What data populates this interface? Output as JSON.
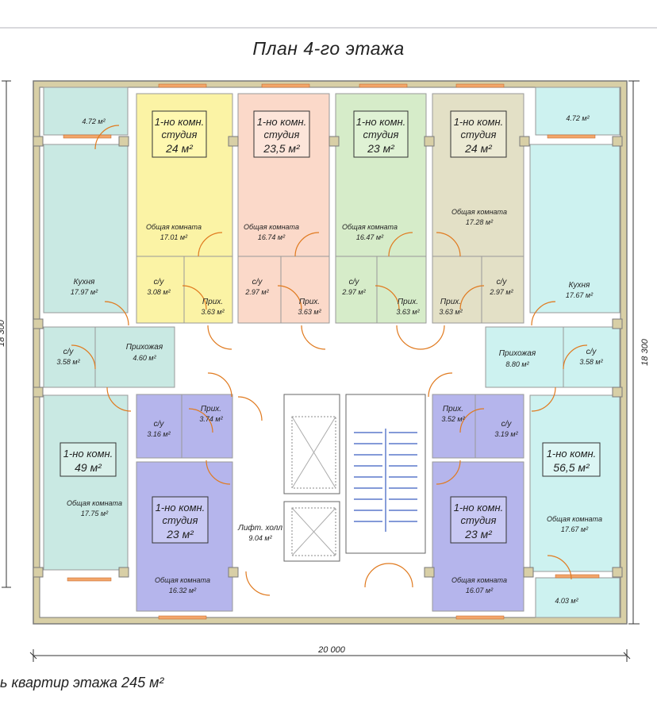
{
  "title": "План 4-го этажа",
  "footer": "ь квартир этажа 245 м²",
  "dimensions": {
    "width": "20 000",
    "height": "18 300",
    "left_height": "18 300"
  },
  "colors": {
    "wall": "#d8cfa6",
    "wall_stroke": "#7a7a7a",
    "door": "#e07a1f",
    "window": "#f3a66a",
    "corridor": "#ffffff",
    "yellow": "#fbf3a5",
    "pink": "#fbd9c9",
    "green": "#d6ecc9",
    "khaki": "#e3e0c6",
    "teal": "#c9e9e3",
    "cyan": "#cdf2f0",
    "lavender": "#b5b5ec"
  },
  "apartments": [
    {
      "title": "1-но комн.",
      "sub": "студия",
      "area": "24 м²",
      "room_label": "Общая комната",
      "room_area": "17.01 м²"
    },
    {
      "title": "1-но комн.",
      "sub": "студия",
      "area": "23,5 м²",
      "room_label": "Общая комната",
      "room_area": "16.74 м²"
    },
    {
      "title": "1-но комн.",
      "sub": "студия",
      "area": "23 м²",
      "room_label": "Общая комната",
      "room_area": "16.47 м²"
    },
    {
      "title": "1-но комн.",
      "sub": "студия",
      "area": "24 м²",
      "room_label": "Общая комната",
      "room_area": "17.28 м²"
    },
    {
      "title": "1-но комн.",
      "sub": "",
      "area": "49 м²",
      "room_label": "Общая комната",
      "room_area": "17.75 м²"
    },
    {
      "title": "1-но комн.",
      "sub": "студия",
      "area": "23 м²",
      "room_label": "Общая комната",
      "room_area": "16.32 м²"
    },
    {
      "title": "1-но комн.",
      "sub": "студия",
      "area": "23 м²",
      "room_label": "Общая комната",
      "room_area": "16.07 м²"
    },
    {
      "title": "1-но комн.",
      "sub": "",
      "area": "56,5 м²",
      "room_label": "Общая комната",
      "room_area": "17.67 м²"
    }
  ],
  "rooms": {
    "balcony_left": "4.72 м²",
    "balcony_right": "4.72 м²",
    "balcony_bottom_right": "4.03 м²",
    "kitchen_left_label": "Кухня",
    "kitchen_left_area": "17.97 м²",
    "kitchen_right_label": "Кухня",
    "kitchen_right_area": "17.67 м²",
    "hall_left_label": "Прихожая",
    "hall_left_area": "4.60 м²",
    "hall_right_label": "Прихожая",
    "hall_right_area": "8.80 м²",
    "bath_label": "с/у",
    "entry_label": "Прих.",
    "bath_left_side": "3.58 м²",
    "bath_right_side": "3.58 м²",
    "bath_a1": "3.08 м²",
    "entry_a1": "3.63 м²",
    "bath_a2": "2.97 м²",
    "entry_a2": "3.63 м²",
    "bath_a3": "2.97 м²",
    "entry_a3": "3.63 м²",
    "entry_a4": "3.63 м²",
    "bath_a4": "2.97 м²",
    "bath_b1": "3.16 м²",
    "entry_b1": "3.74 м²",
    "entry_b2": "3.52 м²",
    "bath_b2": "3.19 м²",
    "lift_label": "Лифт. холл",
    "lift_area": "9.04 м²"
  }
}
